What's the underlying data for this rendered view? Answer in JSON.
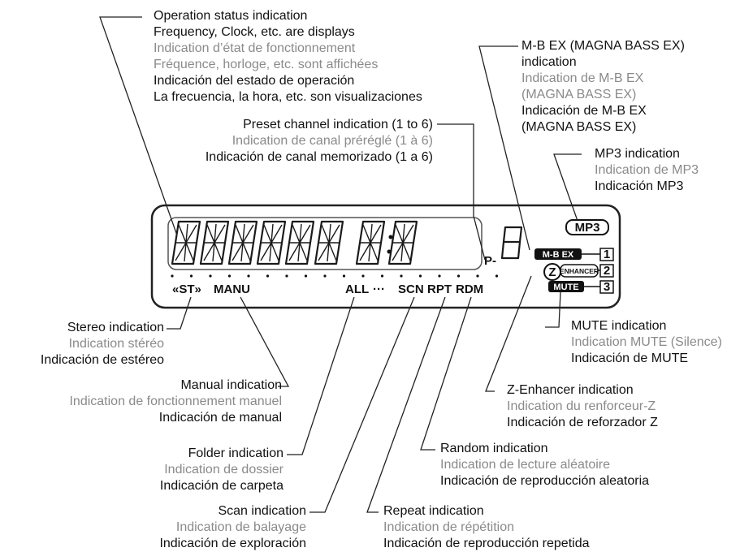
{
  "labels": {
    "operation_status": {
      "en": "Operation status indication",
      "en2": "Frequency, Clock, etc. are displays",
      "fr": "Indication d’état de fonctionnement",
      "fr2": "Fréquence, horloge, etc. sont affichées",
      "es": "Indicación del estado de operación",
      "es2": "La frecuencia, la hora, etc. son visualizaciones"
    },
    "preset_channel": {
      "en": "Preset channel indication (1 to 6)",
      "fr": "Indication de canal préréglé (1 à 6)",
      "es": "Indicación de canal memorizado (1 a 6)"
    },
    "mbex": {
      "en": "M-B EX (MAGNA BASS EX)",
      "en2": "indication",
      "fr": "Indication de M-B EX",
      "fr2": "(MAGNA BASS EX)",
      "es": "Indicación de M-B EX",
      "es2": "(MAGNA BASS EX)"
    },
    "mp3": {
      "en": "MP3 indication",
      "fr": "Indication de MP3",
      "es": "Indicación MP3"
    },
    "stereo": {
      "en": "Stereo indication",
      "fr": "Indication stéréo",
      "es": "Indicación de estéreo"
    },
    "manual": {
      "en": "Manual indication",
      "fr": "Indication de fonctionnement manuel",
      "es": "Indicación de manual"
    },
    "folder": {
      "en": "Folder indication",
      "fr": "Indication de dossier",
      "es": "Indicación de carpeta"
    },
    "scan": {
      "en": "Scan indication",
      "fr": "Indication de balayage",
      "es": "Indicación de exploración"
    },
    "repeat": {
      "en": "Repeat indication",
      "fr": "Indication de répétition",
      "es": "Indicación de reproducción repetida"
    },
    "random": {
      "en": "Random indication",
      "fr": "Indication de lecture aléatoire",
      "es": "Indicación de reproducción aleatoria"
    },
    "zenhancer": {
      "en": "Z-Enhancer indication",
      "fr": "Indication du renforceur-Z",
      "es": "Indicación de reforzador Z"
    },
    "mute": {
      "en": "MUTE indication",
      "fr": "Indication MUTE (Silence)",
      "es": "Indicación de MUTE"
    }
  },
  "display": {
    "st": "«ST»",
    "manu": "MANU",
    "all": "ALL",
    "dots": "···",
    "scn": "SCN",
    "rpt": "RPT",
    "rdm": "RDM",
    "p_prefix": "P-",
    "mp3": "MP3",
    "mbex": "M-B EX",
    "enhancer": "ENHANCER",
    "mute": "MUTE",
    "z": "Z",
    "num1": "1",
    "num2": "2",
    "num3": "3",
    "preset_digit": "8"
  }
}
